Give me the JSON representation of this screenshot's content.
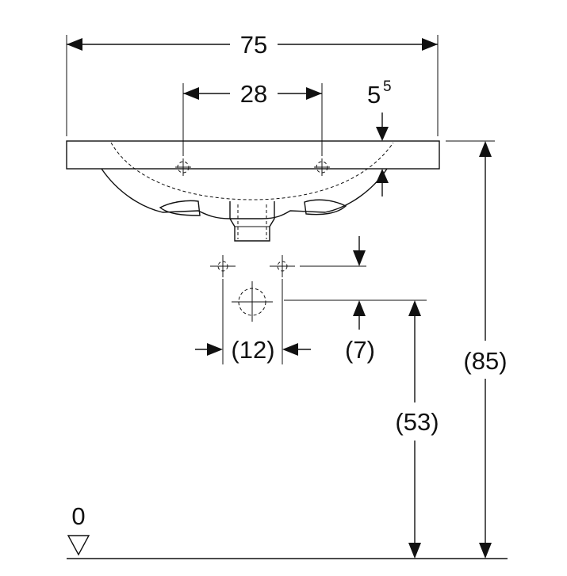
{
  "dimensions": {
    "overall_width": "75",
    "tap_hole_spacing": "28",
    "rim_thickness_main": "5",
    "rim_thickness_sup": "5",
    "drain_spacing": "(12)",
    "drain_offset": "(7)",
    "drain_height": "(53)",
    "total_height": "(85)",
    "floor_level": "0"
  }
}
